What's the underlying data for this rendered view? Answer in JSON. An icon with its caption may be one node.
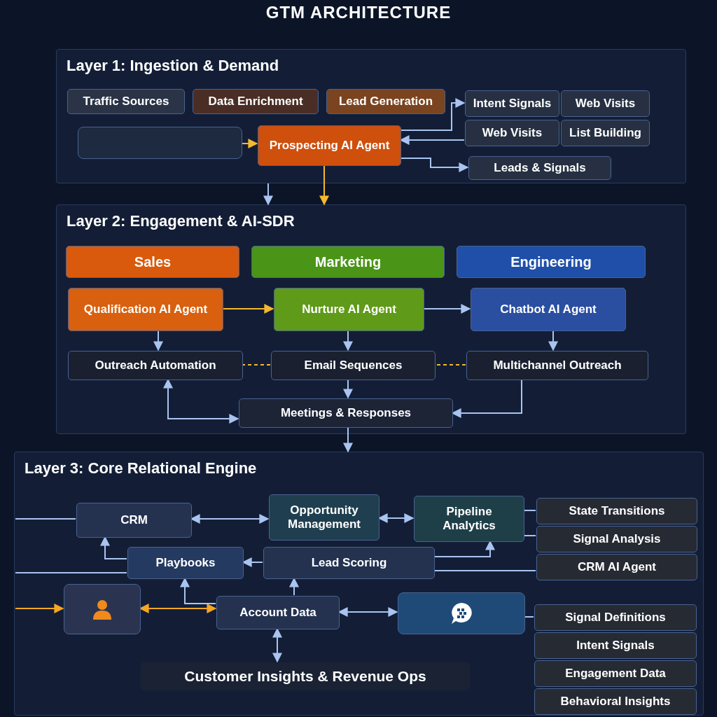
{
  "diagram": {
    "title": "GTM ARCHITECTURE",
    "nodes": [
      {
        "text": [
          "Layer 1: Ingestion & Demand"
        ]
      },
      {
        "text": [
          "Traffic Sources"
        ],
        "in": 0
      },
      {
        "text": [
          "Data Enrichment"
        ],
        "in": 0
      },
      {
        "text": [
          "Lead Generation"
        ],
        "in": 0
      },
      {
        "text": [
          "Intent Signals"
        ],
        "in": 0
      },
      {
        "text": [
          "Web Visits"
        ],
        "in": 0
      },
      {
        "text": [
          "Web Visits"
        ],
        "in": 0
      },
      {
        "text": [
          "List Building"
        ],
        "in": 0
      },
      {
        "text": [],
        "shape": "box",
        "in": 0
      },
      {
        "text": [
          "Prospecting AI Agent"
        ],
        "in": 0
      },
      {
        "text": [
          "Leads & Signals"
        ],
        "in": 0
      },
      {
        "text": [
          "Layer 2: Engagement & AI-SDR"
        ]
      },
      {
        "text": [
          "Sales"
        ],
        "in": 11
      },
      {
        "text": [
          "Marketing"
        ],
        "in": 11
      },
      {
        "text": [
          "Engineering"
        ],
        "in": 11
      },
      {
        "text": [
          "Qualification AI Agent"
        ],
        "in": 11
      },
      {
        "text": [
          "Nurture AI Agent"
        ],
        "in": 11
      },
      {
        "text": [
          "Chatbot AI Agent"
        ],
        "in": 11
      },
      {
        "text": [
          "Outreach Automation"
        ],
        "in": 11
      },
      {
        "text": [
          "Email Sequences"
        ],
        "in": 11
      },
      {
        "text": [
          "Multichannel Outreach"
        ],
        "in": 11
      },
      {
        "text": [
          "Meetings & Responses"
        ],
        "in": 11
      },
      {
        "text": [
          "Layer 3: Core Relational Engine"
        ]
      },
      {
        "text": [
          "CRM"
        ],
        "in": 22
      },
      {
        "text": [
          "Opportunity Management"
        ],
        "in": 22
      },
      {
        "text": [
          "Pipeline Analytics"
        ],
        "in": 22
      },
      {
        "text": [
          "Playbooks"
        ],
        "in": 22
      },
      {
        "text": [
          "Lead Scoring"
        ],
        "in": 22
      },
      {
        "text": [],
        "shape": "box",
        "in": 22
      },
      {
        "text": [
          "Account Data"
        ],
        "in": 22
      },
      {
        "text": [],
        "shape": "box",
        "in": 22
      },
      {
        "text": [
          "State Transitions"
        ],
        "in": 22
      },
      {
        "text": [
          "Signal Analysis"
        ],
        "in": 22
      },
      {
        "text": [
          "CRM AI Agent"
        ],
        "in": 22
      },
      {
        "text": [
          "Signal Definitions"
        ],
        "in": 22
      },
      {
        "text": [
          "Intent Signals"
        ],
        "in": 22
      },
      {
        "text": [
          "Engagement Data"
        ],
        "in": 22
      },
      {
        "text": [
          "Behavioral Insights"
        ],
        "in": 22
      },
      {
        "text": [
          "Customer Insights & Revenue Ops"
        ],
        "in": 22
      }
    ],
    "edges": [
      {
        "from": 8,
        "to": 9,
        "arrow": "to",
        "color": "#f5b82e"
      },
      {
        "from": 9,
        "to": 4,
        "arrow": "to"
      },
      {
        "from": 9,
        "to": 10,
        "arrow": "to"
      },
      {
        "from": 6,
        "to": 9,
        "arrow": "to"
      },
      {
        "from": 0,
        "to": 11,
        "arrow": "to"
      },
      {
        "from": 9,
        "to": 11,
        "arrow": "to",
        "color": "#f5b82e"
      },
      {
        "from": 15,
        "to": 16,
        "arrow": "to",
        "color": "#f5b82e"
      },
      {
        "from": 16,
        "to": 17,
        "arrow": "to"
      },
      {
        "from": 15,
        "to": 18,
        "arrow": "to"
      },
      {
        "from": 16,
        "to": 19,
        "arrow": "to"
      },
      {
        "from": 17,
        "to": 20,
        "arrow": "to"
      },
      {
        "from": 19,
        "to": 18,
        "arrow": "none",
        "style": "dashed",
        "color": "#f5b82e"
      },
      {
        "from": 20,
        "to": 19,
        "arrow": "none",
        "style": "dashed",
        "color": "#f5b82e"
      },
      {
        "from": 19,
        "to": 21,
        "arrow": "to"
      },
      {
        "from": 20,
        "to": 21,
        "arrow": "to"
      },
      {
        "from": 21,
        "to": 18,
        "arrow": "both"
      },
      {
        "from": 21,
        "to": 22,
        "arrow": "to"
      },
      {
        "from": null,
        "to": 23,
        "arrow": "none"
      },
      {
        "from": null,
        "to": 26,
        "arrow": "none"
      },
      {
        "from": null,
        "to": 28,
        "arrow": "to",
        "color": "#f5a623"
      },
      {
        "from": 23,
        "to": 24,
        "arrow": "both"
      },
      {
        "from": 24,
        "to": 25,
        "arrow": "both"
      },
      {
        "from": 26,
        "to": 23,
        "arrow": "to"
      },
      {
        "from": 27,
        "to": 26,
        "arrow": "to"
      },
      {
        "from": 27,
        "to": 25,
        "arrow": "to"
      },
      {
        "from": 28,
        "to": 29,
        "arrow": "both",
        "color": "#f5a623"
      },
      {
        "from": 29,
        "to": 26,
        "arrow": "to"
      },
      {
        "from": 29,
        "to": 27,
        "arrow": "to"
      },
      {
        "from": 29,
        "to": 30,
        "arrow": "both"
      },
      {
        "from": 25,
        "to": 31,
        "arrow": "none"
      },
      {
        "from": 25,
        "to": 32,
        "arrow": "none"
      },
      {
        "from": 27,
        "to": 33,
        "arrow": "none"
      },
      {
        "from": 30,
        "to": 34,
        "arrow": "none"
      },
      {
        "from": 29,
        "to": 38,
        "arrow": "both"
      }
    ]
  }
}
